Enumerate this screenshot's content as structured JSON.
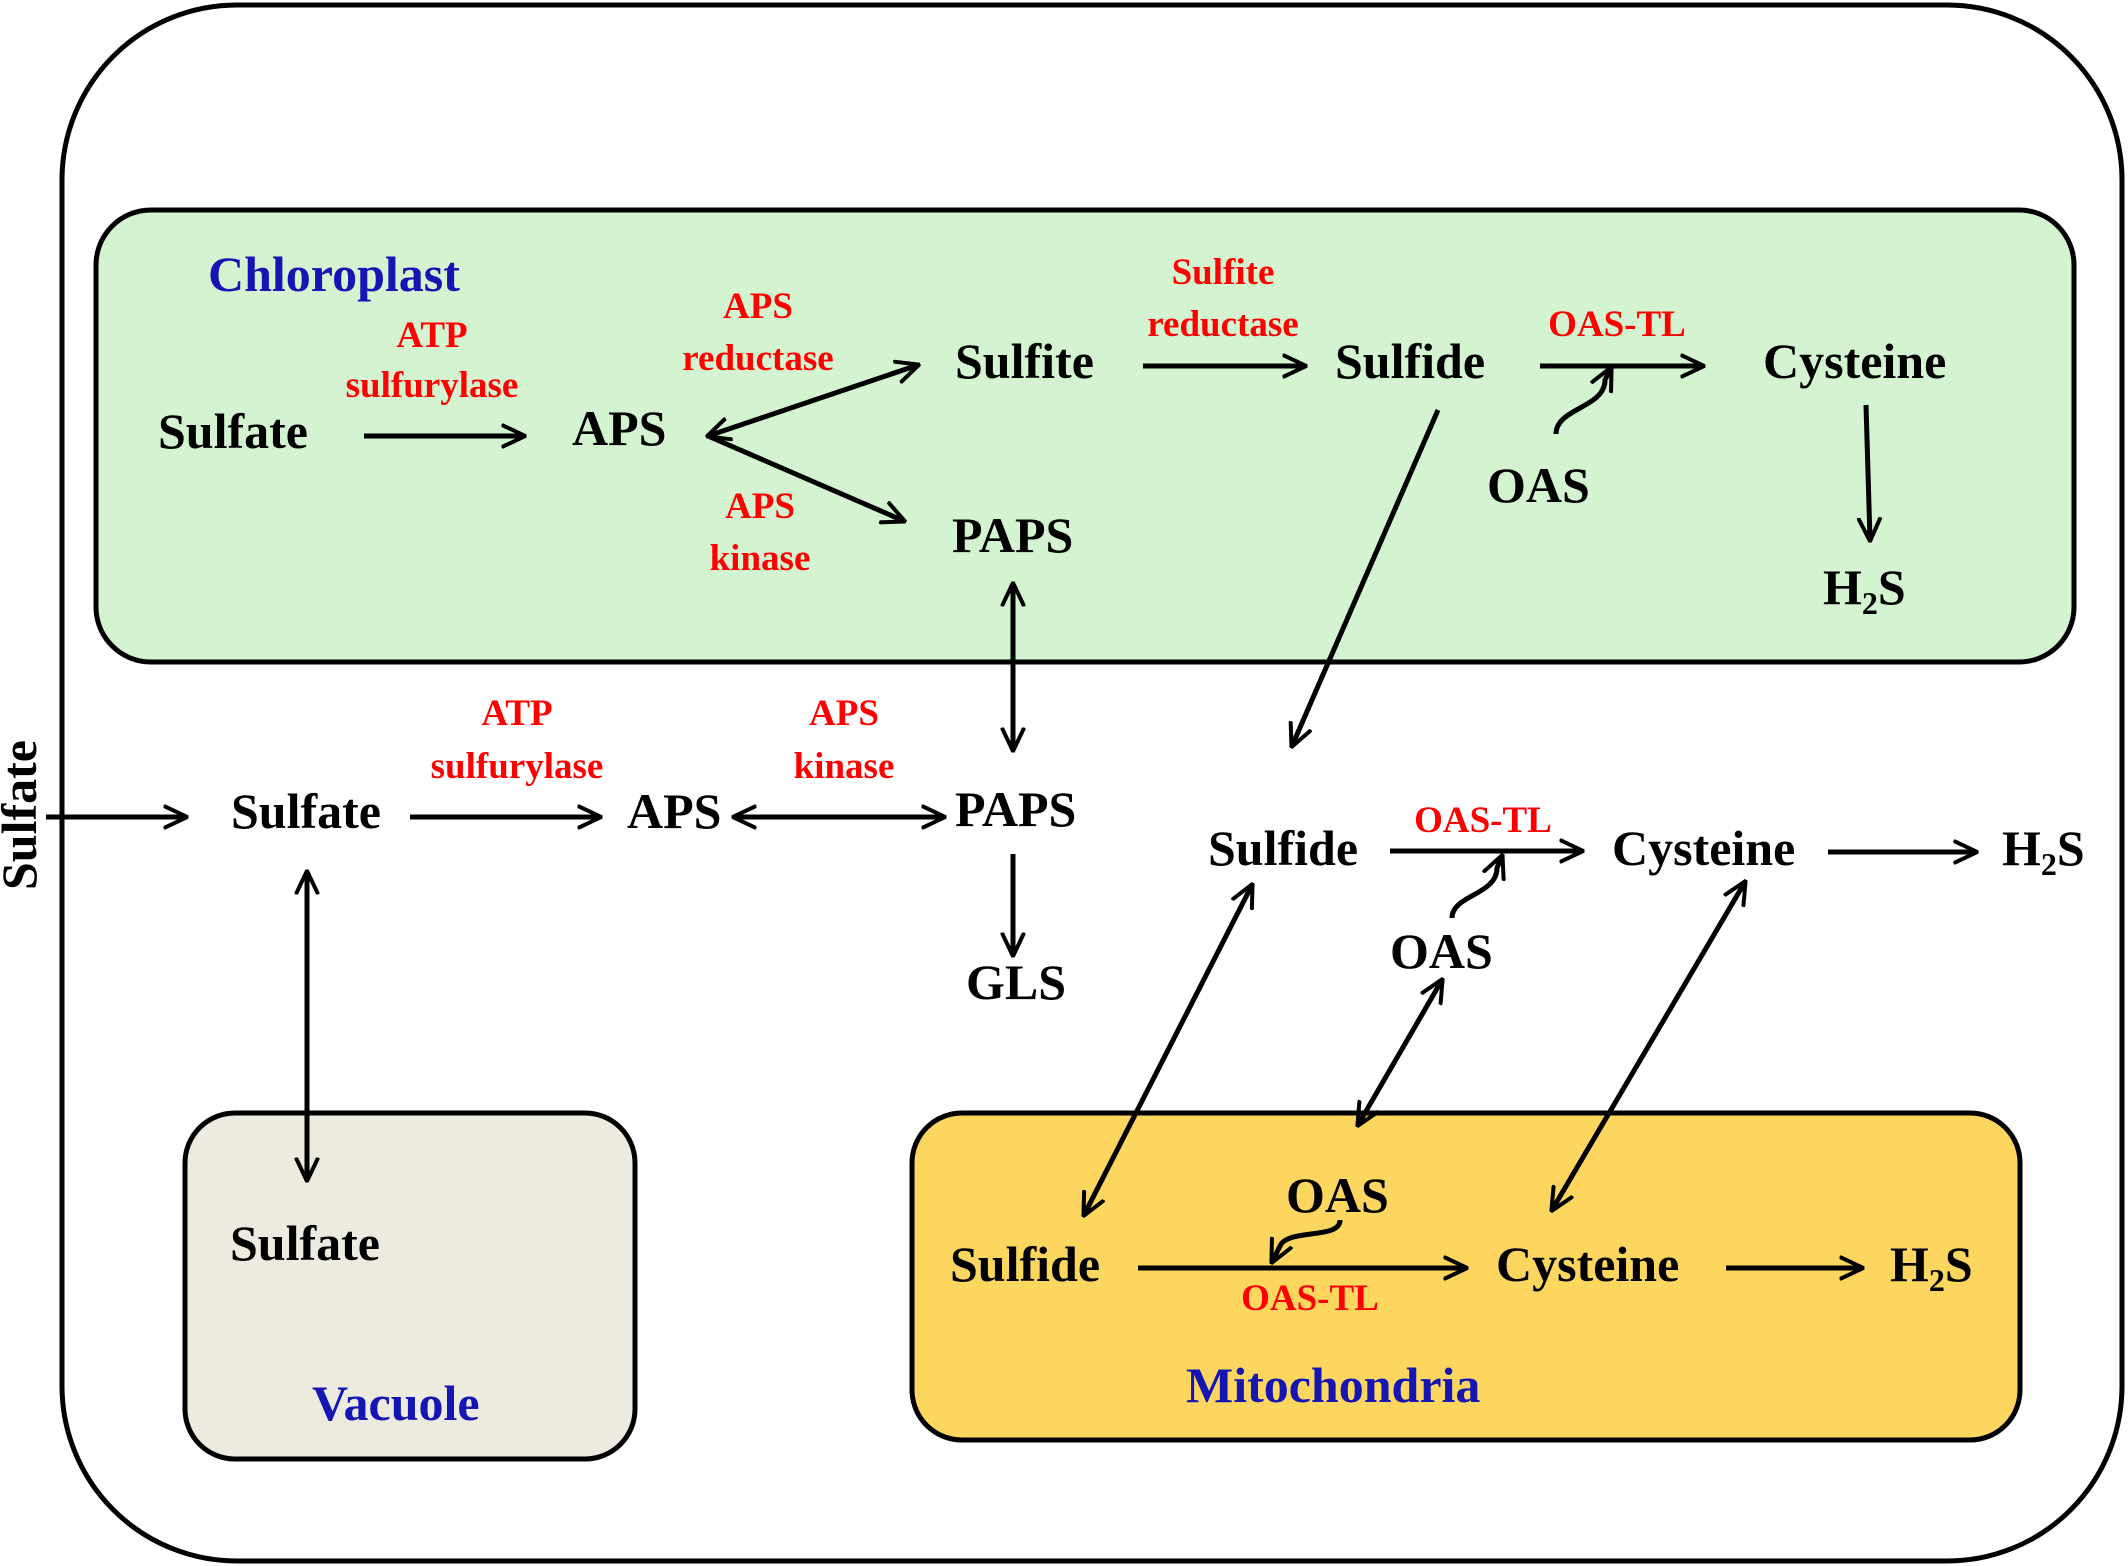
{
  "colors": {
    "cell_border": "#000000",
    "chloroplast_fill": "#d4f4d1",
    "vacuole_fill": "#edebe0",
    "mitochondria_fill": "#fdd660",
    "enzyme_text": "#ff0000",
    "compartment_text": "#1515b4",
    "metabolite_text": "#000000"
  },
  "compartments": {
    "chloroplast": "Chloroplast",
    "vacuole": "Vacuole",
    "mitochondria": "Mitochondria"
  },
  "external": {
    "sulfate": "Sulfate"
  },
  "chloroplast": {
    "sulfate": "Sulfate",
    "aps": "APS",
    "sulfite": "Sulfite",
    "paps": "PAPS",
    "sulfide": "Sulfide",
    "cysteine": "Cysteine",
    "oas": "OAS",
    "h2s_main": "H",
    "h2s_sub": "2",
    "h2s_tail": "S",
    "enz_atp_1": "ATP",
    "enz_atp_2": "sulfurylase",
    "enz_apsr_1": "APS",
    "enz_apsr_2": "reductase",
    "enz_apsk_1": "APS",
    "enz_apsk_2": "kinase",
    "enz_sir_1": "Sulfite",
    "enz_sir_2": "reductase",
    "enz_oastl": "OAS-TL"
  },
  "cytosol": {
    "sulfate": "Sulfate",
    "aps": "APS",
    "paps": "PAPS",
    "gls": "GLS",
    "sulfide": "Sulfide",
    "cysteine": "Cysteine",
    "oas": "OAS",
    "h2s_main": "H",
    "h2s_sub": "2",
    "h2s_tail": "S",
    "enz_atp_1": "ATP",
    "enz_atp_2": "sulfurylase",
    "enz_apsk_1": "APS",
    "enz_apsk_2": "kinase",
    "enz_oastl": "OAS-TL"
  },
  "vacuole": {
    "sulfate": "Sulfate"
  },
  "mitochondria": {
    "sulfide": "Sulfide",
    "cysteine": "Cysteine",
    "oas": "OAS",
    "h2s_main": "H",
    "h2s_sub": "2",
    "h2s_tail": "S",
    "enz_oastl": "OAS-TL"
  }
}
